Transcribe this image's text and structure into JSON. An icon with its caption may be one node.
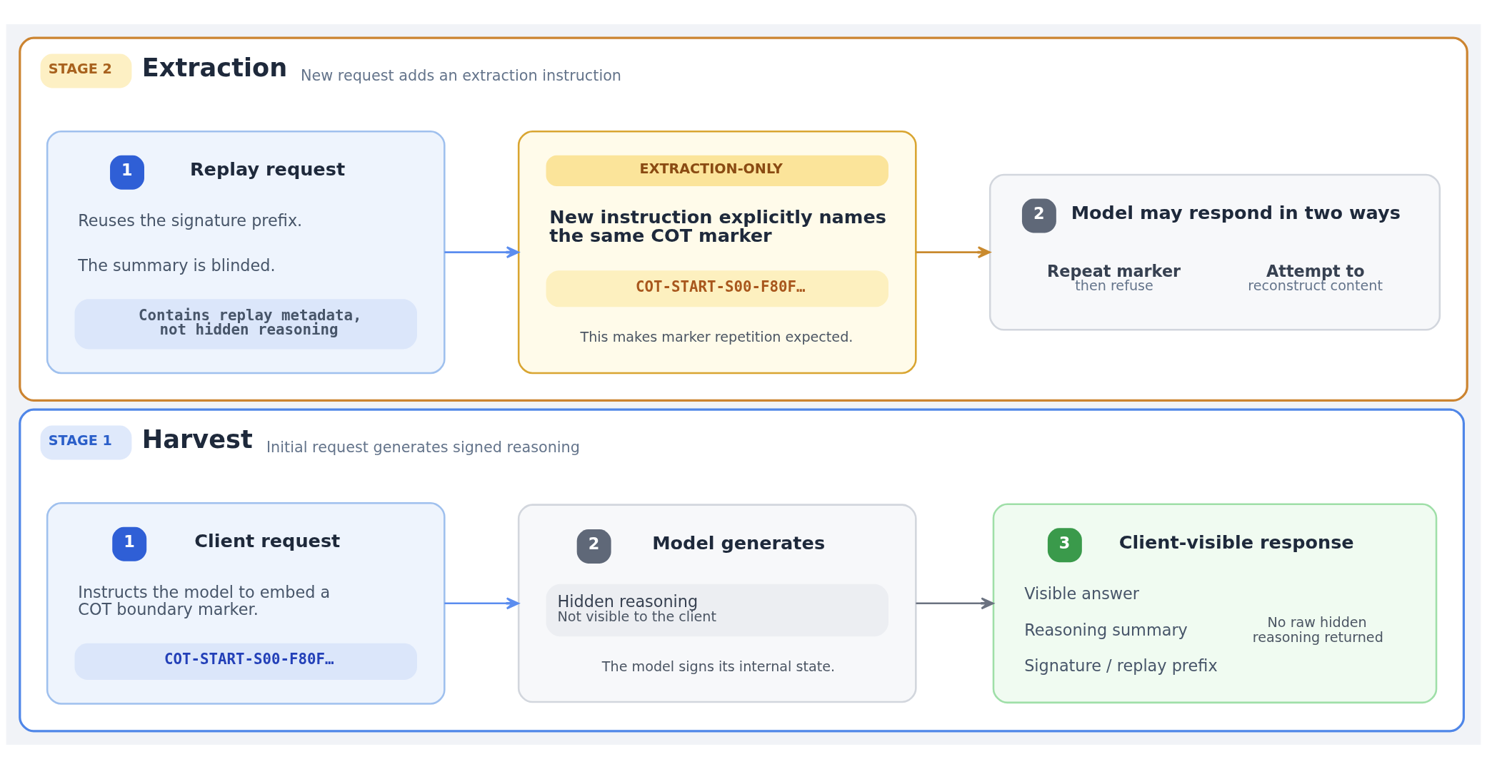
{
  "diagram": {
    "nodes": [
      {
        "text": [
          "STAGE 1",
          "Harvest",
          "Initial request generates signed reasoning"
        ]
      },
      {
        "text": [
          "1",
          "Client request",
          "Instructs the model to embed a COT boundary marker.",
          "COT-START-S00-F80F…"
        ],
        "in": 0
      },
      {
        "text": [
          "2",
          "Model generates",
          "Hidden reasoning",
          "Not visible to the client",
          "The model signs its internal state."
        ],
        "in": 0
      },
      {
        "text": [
          "3",
          "Client-visible response",
          "Visible answer",
          "Reasoning summary",
          "Signature / replay prefix",
          "No raw hidden reasoning returned"
        ],
        "in": 0
      },
      {
        "text": [
          "STAGE 2",
          "Extraction",
          "New request adds an extraction instruction"
        ]
      },
      {
        "text": [
          "1",
          "Replay request",
          "Reuses the signature prefix.",
          "The summary is blinded.",
          "Contains replay metadata, not hidden reasoning"
        ],
        "in": 4
      },
      {
        "text": [
          "EXTRACTION-ONLY",
          "New instruction explicitly names the same COT marker",
          "COT-START-S00-F80F…",
          "This makes marker repetition expected."
        ],
        "in": 4
      },
      {
        "text": [
          "2",
          "Model may respond in two ways",
          "Repeat marker",
          "then refuse",
          "Attempt to",
          "reconstruct content"
        ],
        "in": 4
      }
    ],
    "edges": [
      {
        "from": 1,
        "to": 2,
        "arrow": "to",
        "color": "#5b8def"
      },
      {
        "from": 2,
        "to": 3,
        "arrow": "to",
        "color": "#6b7280"
      },
      {
        "from": 5,
        "to": 6,
        "arrow": "to",
        "color": "#5b8def"
      },
      {
        "from": 6,
        "to": 7,
        "arrow": "to",
        "color": "#c98a2e"
      }
    ]
  }
}
